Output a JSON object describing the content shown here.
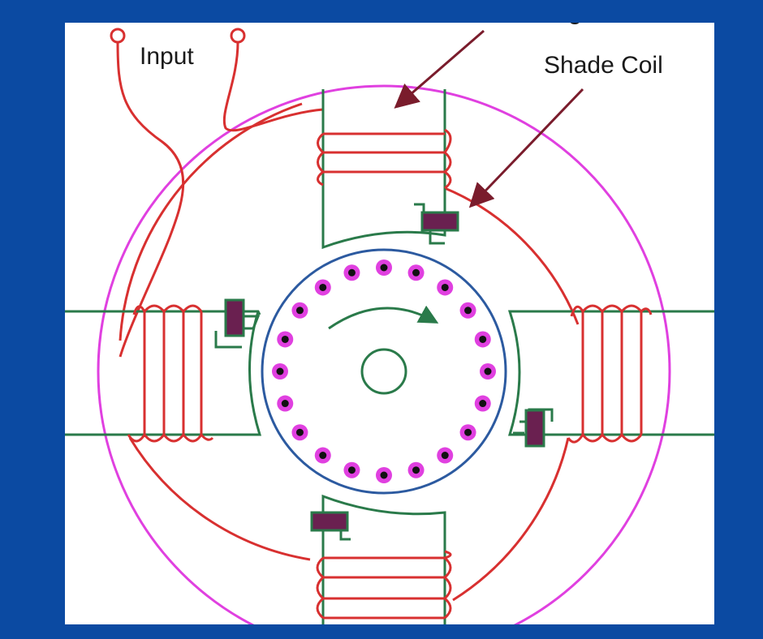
{
  "labels": {
    "input": "Input",
    "shade_coil": "Shade Coil",
    "top_partial": "Main Winding"
  },
  "colors": {
    "frame": "#0b4aa2",
    "panel": "#ffffff",
    "stator_ring": "#e040e0",
    "winding": "#d83030",
    "pole": "#2a7a4a",
    "rotor_ring": "#2c5aa0",
    "rotor_bar": "#e040e0",
    "shade_coil": "#6a2050",
    "arrow": "#7a1c2c"
  }
}
